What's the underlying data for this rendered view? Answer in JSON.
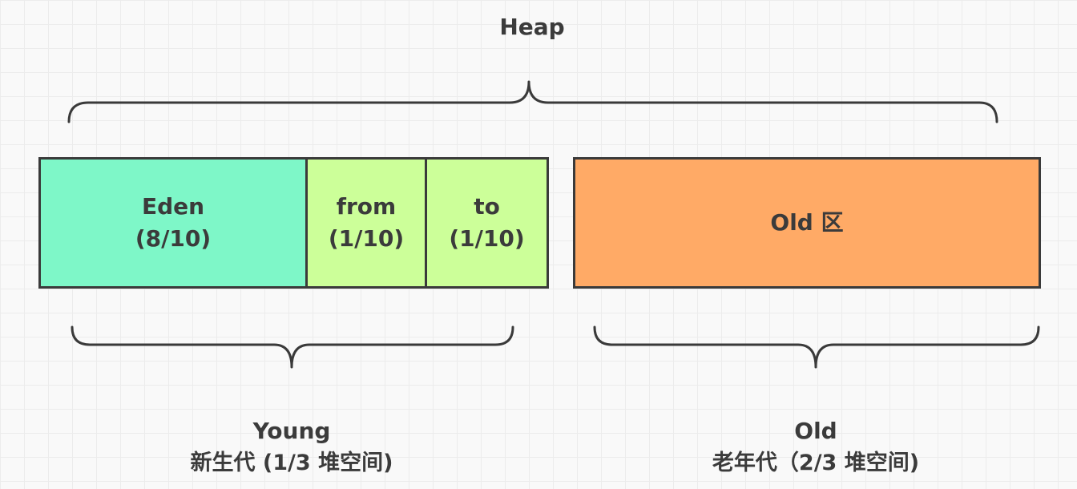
{
  "heap": {
    "label": "Heap"
  },
  "young_gen": {
    "eden": {
      "name": "Eden",
      "ratio": "(8/10)",
      "color": "#7ef7c8"
    },
    "from": {
      "name": "from",
      "ratio": "(1/10)",
      "color": "#ccff99"
    },
    "to": {
      "name": "to",
      "ratio": "(1/10)",
      "color": "#ccff99"
    },
    "label": "Young",
    "caption": "新生代 (1/3 堆空间)"
  },
  "old_gen": {
    "box_label": "Old 区",
    "color": "#ffaa66",
    "label": "Old",
    "caption": "老年代（2/3 堆空间)"
  }
}
